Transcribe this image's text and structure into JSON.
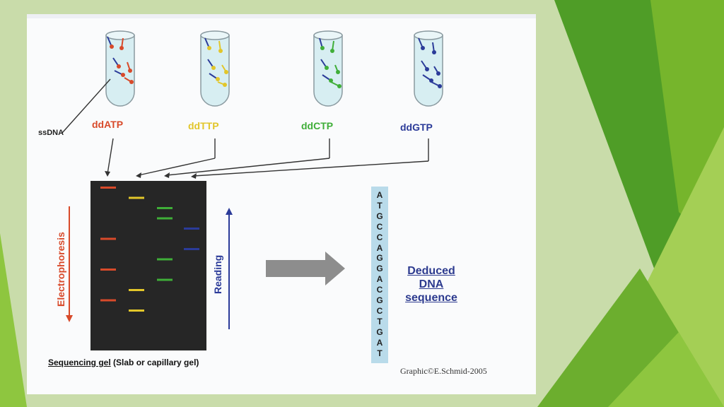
{
  "colors": {
    "slide_bg": "#c9dcaa",
    "green_dark": "#4f9d27",
    "green_mid": "#76b52c",
    "green_light": "#a4cf55",
    "red": "#d84a2a",
    "yellow": "#e2c62a",
    "green": "#3fae38",
    "blue": "#2b3b99",
    "gel": "#262626",
    "sequence_box": "#b9dbea"
  },
  "figure": {
    "ssdna_label": "ssDNA",
    "tubes": [
      {
        "label": "ddATP",
        "color": "#d84a2a"
      },
      {
        "label": "ddTTP",
        "color": "#e2c62a"
      },
      {
        "label": "ddCTP",
        "color": "#3fae38"
      },
      {
        "label": "ddGTP",
        "color": "#2b3b99"
      }
    ],
    "electrophoresis_label": "Electrophoresis",
    "reading_label": "Reading",
    "gel_lanes": [
      {
        "nucleotide": "A",
        "color": "#d84a2a",
        "band_positions": [
          1,
          6,
          9,
          12
        ]
      },
      {
        "nucleotide": "T",
        "color": "#e2c62a",
        "band_positions": [
          2,
          11,
          13
        ]
      },
      {
        "nucleotide": "C",
        "color": "#3fae38",
        "band_positions": [
          3,
          4,
          8,
          10
        ]
      },
      {
        "nucleotide": "G",
        "color": "#2b3b99",
        "band_positions": [
          5,
          7
        ]
      }
    ],
    "sequence": [
      "A",
      "T",
      "G",
      "C",
      "C",
      "A",
      "G",
      "G",
      "A",
      "C",
      "G",
      "C",
      "T",
      "G",
      "A",
      "T"
    ],
    "deduced_lines": [
      "Deduced",
      "DNA",
      "sequence"
    ],
    "caption_underlined": "Sequencing gel",
    "caption_rest": " (Slab or capillary gel)",
    "credit": "Graphic©E.Schmid-2005"
  }
}
